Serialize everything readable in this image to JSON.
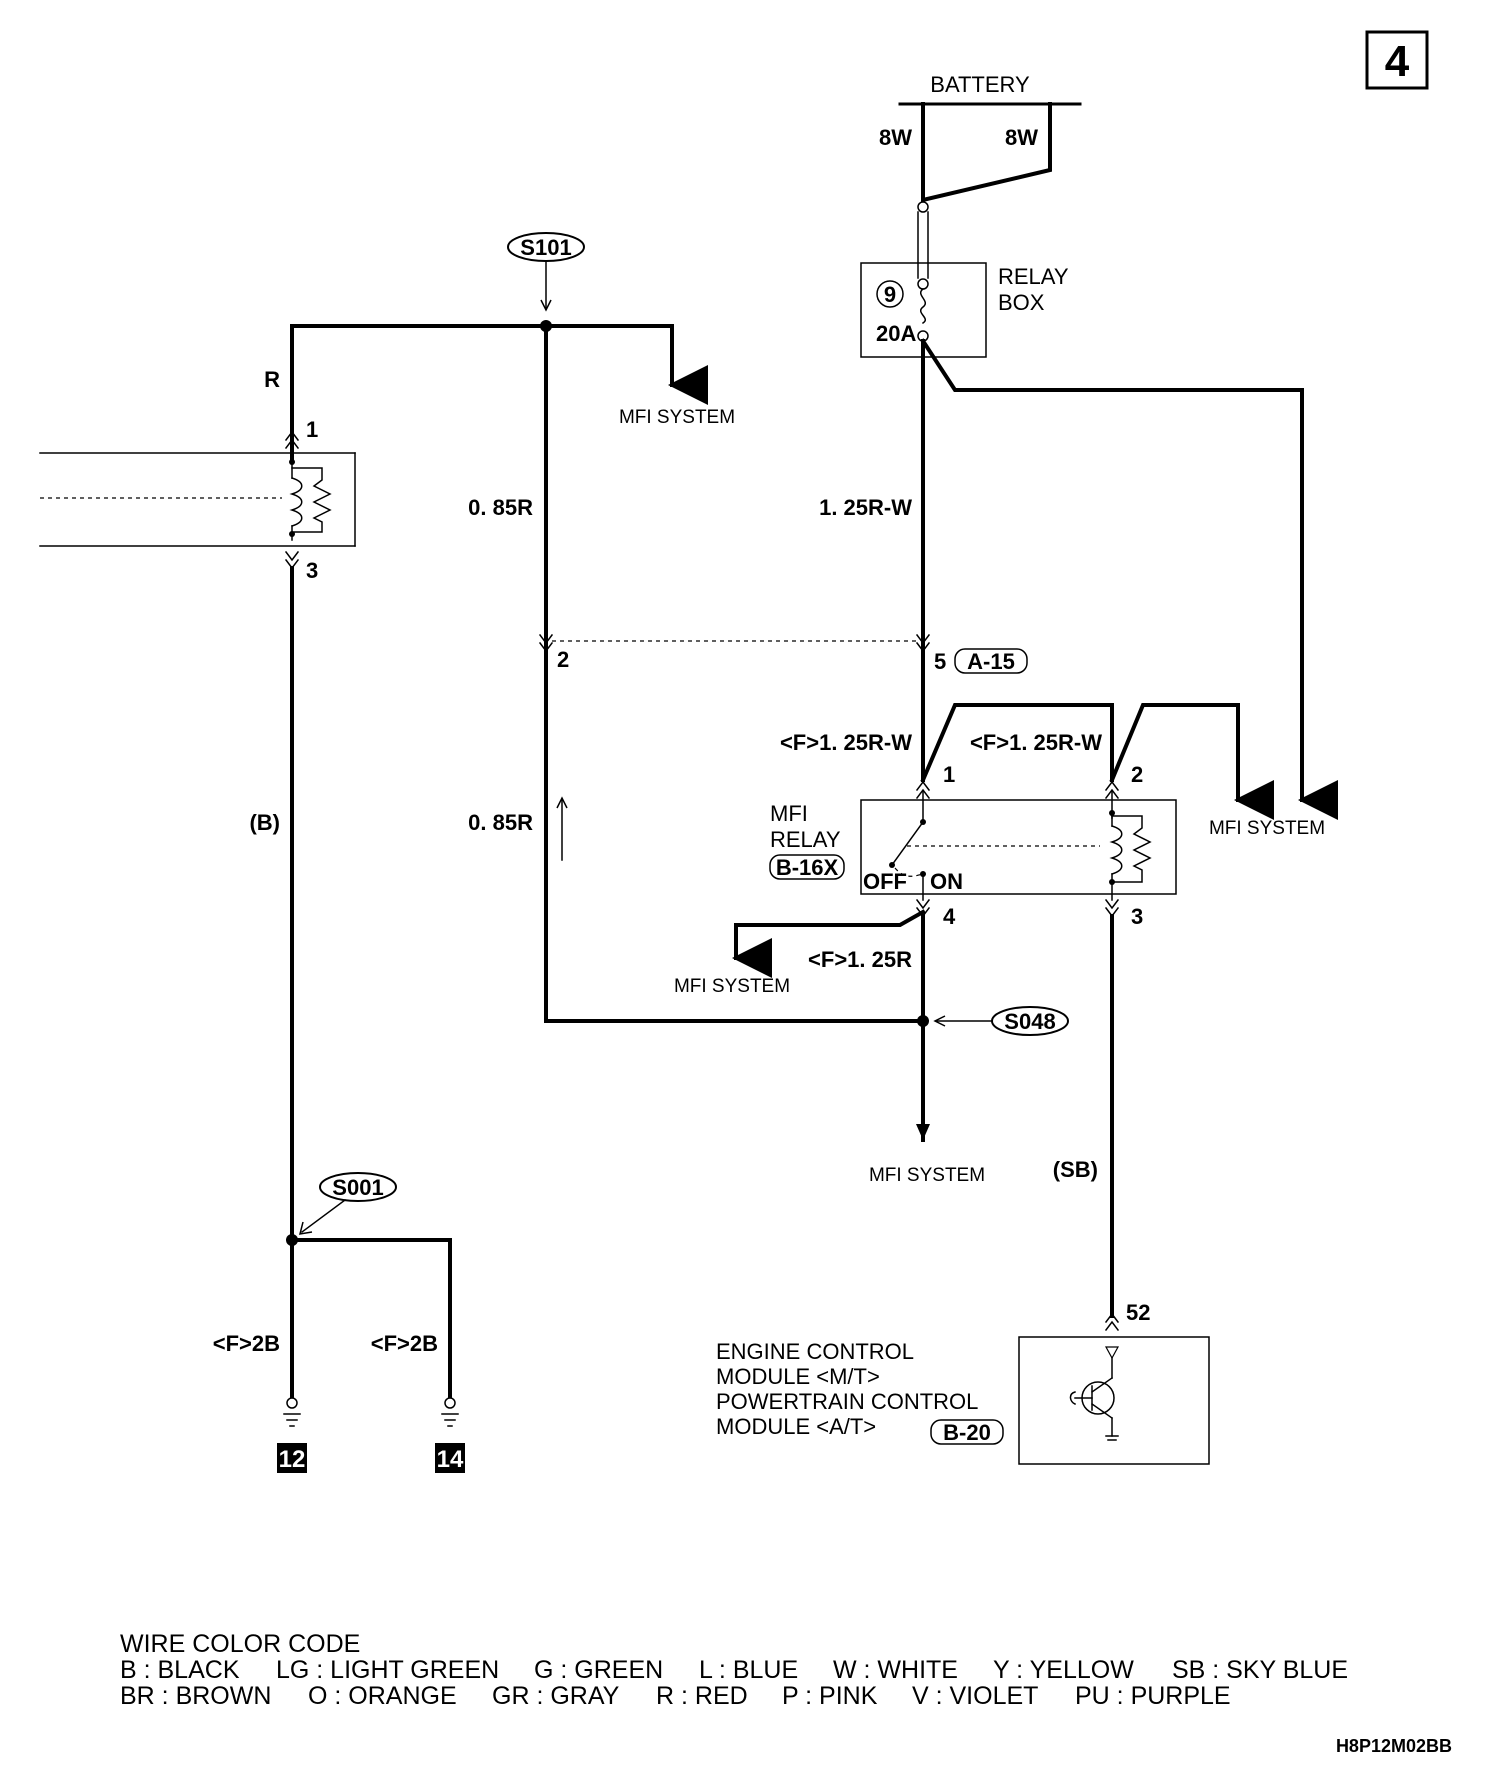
{
  "page_number": "4",
  "battery": {
    "label": "BATTERY",
    "wire_left": "8W",
    "wire_right": "8W"
  },
  "relay_box": {
    "label_line1": "RELAY",
    "label_line2": "BOX",
    "fuse_number": "9",
    "fuse_rating": "20A"
  },
  "splices": {
    "s101": "S101",
    "s048": "S048",
    "s001": "S001"
  },
  "wires": {
    "r": "R",
    "r085_upper": "0. 85R",
    "r085_lower": "0. 85R",
    "rw125": "1. 25R-W",
    "f_rw125_left": "<F>1. 25R-W",
    "f_rw125_right": "<F>1. 25R-W",
    "f_r125": "<F>1. 25R",
    "b_paren": "(B)",
    "sb_paren": "(SB)",
    "f2b_left": "<F>2B",
    "f2b_right": "<F>2B"
  },
  "pins": {
    "coil_top": "1",
    "coil_bottom": "3",
    "a15_left": "2",
    "a15_right": "5",
    "relay_1": "1",
    "relay_2": "2",
    "relay_4": "4",
    "relay_3": "3",
    "ecm": "52"
  },
  "connectors": {
    "a15": "A-15",
    "b16x": "B-16X",
    "b20": "B-20"
  },
  "mfi_relay": {
    "line1": "MFI",
    "line2": "RELAY",
    "off": "OFF",
    "on": "ON"
  },
  "mfi_system": {
    "top": "MFI SYSTEM",
    "right": "MFI SYSTEM",
    "middle": "MFI SYSTEM",
    "bottom": "MFI SYSTEM"
  },
  "ecm": {
    "line1": "ENGINE CONTROL",
    "line2": "MODULE <M/T>",
    "line3": "POWERTRAIN CONTROL",
    "line4": "MODULE <A/T>"
  },
  "grounds": {
    "g12": "12",
    "g14": "14"
  },
  "legend": {
    "title": "WIRE COLOR CODE",
    "row1": [
      "B : BLACK",
      "LG : LIGHT GREEN",
      "G : GREEN",
      "L : BLUE",
      "W : WHITE",
      "Y : YELLOW",
      "SB : SKY BLUE"
    ],
    "row2": [
      "BR : BROWN",
      "O : ORANGE",
      "GR : GRAY",
      "R : RED",
      "P : PINK",
      "V : VIOLET",
      "PU : PURPLE"
    ]
  },
  "drawing_code": "H8P12M02BB"
}
